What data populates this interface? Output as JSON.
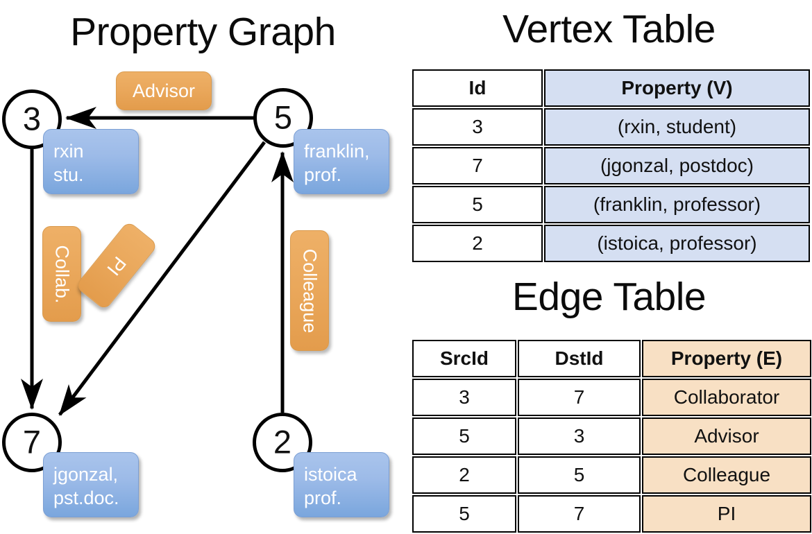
{
  "titles": {
    "property_graph": "Property Graph",
    "vertex_table": "Vertex Table",
    "edge_table": "Edge Table"
  },
  "graph": {
    "nodes": [
      {
        "id": "3",
        "label": "3",
        "box": "rxin\nstu."
      },
      {
        "id": "5",
        "label": "5",
        "box": "franklin,\nprof."
      },
      {
        "id": "7",
        "label": "7",
        "box": "jgonzal,\npst.doc."
      },
      {
        "id": "2",
        "label": "2",
        "box": "istoica\nprof."
      }
    ],
    "edge_labels": {
      "advisor": "Advisor",
      "collab": "Collab.",
      "pi": "PI",
      "colleague": "Colleague"
    },
    "edges": [
      {
        "from": "5",
        "to": "3",
        "label": "Advisor"
      },
      {
        "from": "3",
        "to": "7",
        "label": "Collab."
      },
      {
        "from": "5",
        "to": "7",
        "label": "PI"
      },
      {
        "from": "2",
        "to": "5",
        "label": "Colleague"
      }
    ]
  },
  "vertex_table": {
    "headers": [
      "Id",
      "Property (V)"
    ],
    "rows": [
      [
        "3",
        "(rxin, student)"
      ],
      [
        "7",
        "(jgonzal, postdoc)"
      ],
      [
        "5",
        "(franklin, professor)"
      ],
      [
        "2",
        "(istoica, professor)"
      ]
    ]
  },
  "edge_table": {
    "headers": [
      "SrcId",
      "DstId",
      "Property (E)"
    ],
    "rows": [
      [
        "3",
        "7",
        "Collaborator"
      ],
      [
        "5",
        "3",
        "Advisor"
      ],
      [
        "2",
        "5",
        "Colleague"
      ],
      [
        "5",
        "7",
        "PI"
      ]
    ]
  },
  "colors": {
    "vertex_property_bg": "#d5dff2",
    "edge_property_bg": "#f8e0c4",
    "node_box_blue": "#9dbbe8",
    "edge_label_orange": "#eaa85c",
    "stroke": "#000000",
    "background": "#ffffff"
  }
}
